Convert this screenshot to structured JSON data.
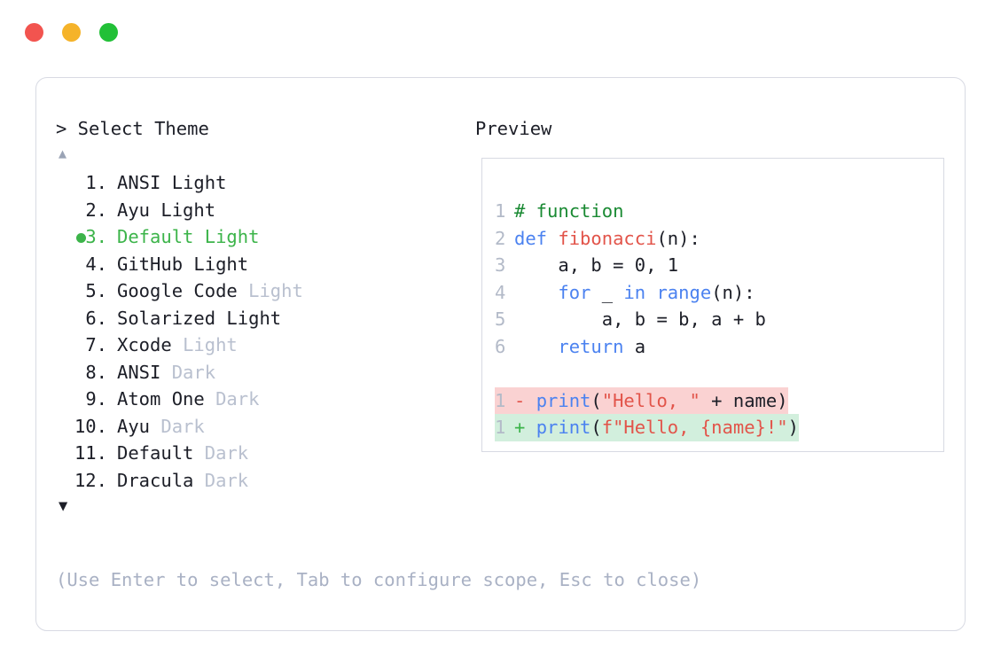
{
  "window": {
    "traffic_lights": [
      {
        "name": "close",
        "color": "#f2544f"
      },
      {
        "name": "minimize",
        "color": "#f5b32a"
      },
      {
        "name": "maximize",
        "color": "#22c037"
      }
    ]
  },
  "selector": {
    "prompt": "> Select Theme",
    "scroll_up_indicator": "▲",
    "scroll_down_indicator": "▼",
    "selected_index": 3,
    "items": [
      {
        "number": "1.",
        "name": "ANSI",
        "suffix": "Light",
        "suffix_muted": false,
        "selected": false
      },
      {
        "number": "2.",
        "name": "Ayu",
        "suffix": "Light",
        "suffix_muted": false,
        "selected": false
      },
      {
        "number": "3.",
        "name": "Default",
        "suffix": "Light",
        "suffix_muted": false,
        "selected": true
      },
      {
        "number": "4.",
        "name": "GitHub",
        "suffix": "Light",
        "suffix_muted": false,
        "selected": false
      },
      {
        "number": "5.",
        "name": "Google Code",
        "suffix": "Light",
        "suffix_muted": true,
        "selected": false
      },
      {
        "number": "6.",
        "name": "Solarized",
        "suffix": "Light",
        "suffix_muted": false,
        "selected": false
      },
      {
        "number": "7.",
        "name": "Xcode",
        "suffix": "Light",
        "suffix_muted": true,
        "selected": false
      },
      {
        "number": "8.",
        "name": "ANSI",
        "suffix": "Dark",
        "suffix_muted": true,
        "selected": false
      },
      {
        "number": "9.",
        "name": "Atom One",
        "suffix": "Dark",
        "suffix_muted": true,
        "selected": false
      },
      {
        "number": "10.",
        "name": "Ayu",
        "suffix": "Dark",
        "suffix_muted": true,
        "selected": false
      },
      {
        "number": "11.",
        "name": "Default",
        "suffix": "Dark",
        "suffix_muted": true,
        "selected": false
      },
      {
        "number": "12.",
        "name": "Dracula",
        "suffix": "Dark",
        "suffix_muted": true,
        "selected": false
      }
    ],
    "hint": "(Use Enter to select, Tab to configure scope, Esc to close)"
  },
  "preview": {
    "title": "Preview",
    "code_lines": [
      {
        "num": "1",
        "tokens": [
          {
            "t": "# function",
            "c": "comment"
          }
        ]
      },
      {
        "num": "2",
        "tokens": [
          {
            "t": "def ",
            "c": "kw"
          },
          {
            "t": "fibonacci",
            "c": "fn"
          },
          {
            "t": "(n):",
            "c": "plain"
          }
        ]
      },
      {
        "num": "3",
        "tokens": [
          {
            "t": "    a, b = 0, 1",
            "c": "plain"
          }
        ]
      },
      {
        "num": "4",
        "tokens": [
          {
            "t": "    ",
            "c": "plain"
          },
          {
            "t": "for",
            "c": "kw"
          },
          {
            "t": " _ ",
            "c": "plain"
          },
          {
            "t": "in",
            "c": "kw"
          },
          {
            "t": " ",
            "c": "plain"
          },
          {
            "t": "range",
            "c": "kw"
          },
          {
            "t": "(n):",
            "c": "plain"
          }
        ]
      },
      {
        "num": "5",
        "tokens": [
          {
            "t": "        a, b = b, a + b",
            "c": "plain"
          }
        ]
      },
      {
        "num": "6",
        "tokens": [
          {
            "t": "    ",
            "c": "plain"
          },
          {
            "t": "return",
            "c": "kw"
          },
          {
            "t": " a",
            "c": "plain"
          }
        ]
      }
    ],
    "diff_lines": [
      {
        "num": "1",
        "sign": "-",
        "kind": "del",
        "tokens": [
          {
            "t": "print",
            "c": "kw"
          },
          {
            "t": "(",
            "c": "plain"
          },
          {
            "t": "\"Hello, \"",
            "c": "str"
          },
          {
            "t": " + name)",
            "c": "plain"
          }
        ]
      },
      {
        "num": "1",
        "sign": "+",
        "kind": "add",
        "tokens": [
          {
            "t": "print",
            "c": "kw"
          },
          {
            "t": "(",
            "c": "plain"
          },
          {
            "t": "f\"Hello, {name}!\"",
            "c": "str"
          },
          {
            "t": ")",
            "c": "plain"
          }
        ]
      }
    ]
  },
  "colors": {
    "card_border": "#d8dae3",
    "text": "#1c1e27",
    "muted": "#b9c0cf",
    "hint": "#a9b1c4",
    "accent_green": "#3cb44a",
    "comment_green": "#1a8a33",
    "keyword_blue": "#4b82f0",
    "string_red": "#e2544a",
    "diff_del_bg": "#fad2d2",
    "diff_add_bg": "#d2efdd",
    "line_number": "#b3bac8"
  }
}
